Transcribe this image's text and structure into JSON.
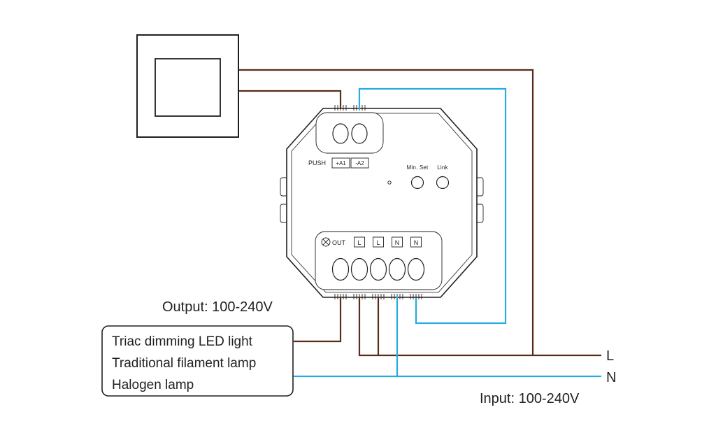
{
  "colors": {
    "wire_live": "#5b2b1c",
    "wire_neutral": "#29abe2",
    "outline": "#231f20"
  },
  "labels": {
    "output_voltage": "Output: 100-240V",
    "input_voltage": "Input: 100-240V",
    "line": "L",
    "neutral": "N"
  },
  "load_box": {
    "lines": [
      "Triac dimming LED light",
      "Traditional filament lamp",
      "Halogen lamp"
    ]
  },
  "module": {
    "push_label": "PUSH",
    "terminal_a1": "+A1",
    "terminal_a2": "-A2",
    "min_set_label": "Min. Set",
    "link_label": "Link",
    "out_label": "OUT",
    "bottom_terminals": [
      "L",
      "L",
      "N",
      "N"
    ]
  }
}
